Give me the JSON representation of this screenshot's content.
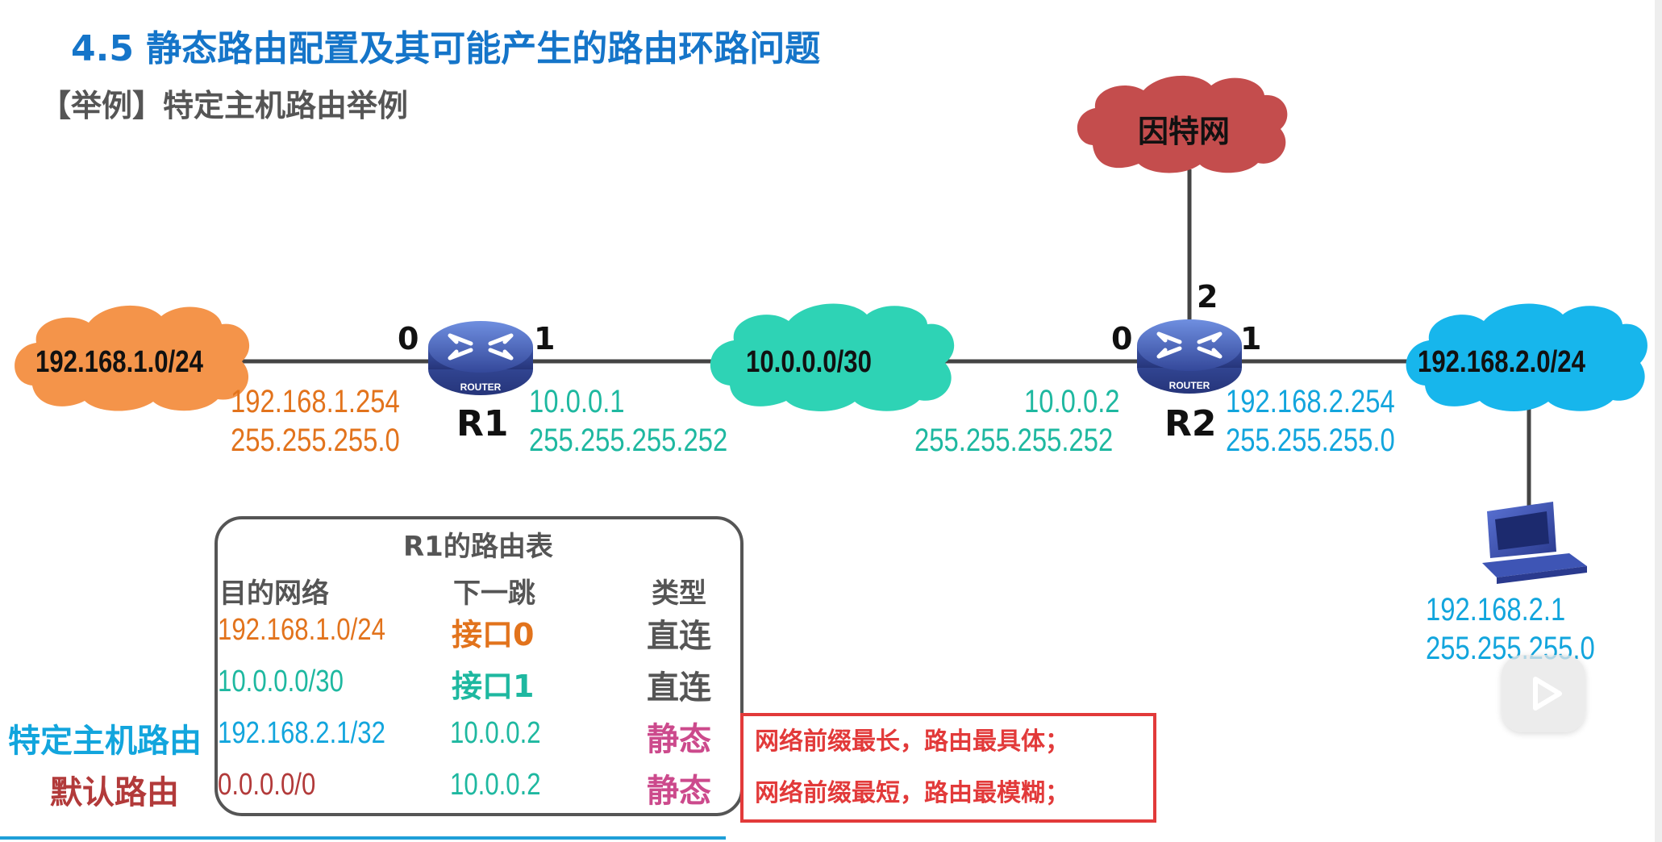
{
  "header": {
    "title": "4.5  静态路由配置及其可能产生的路由环路问题",
    "subtitle": "【举例】特定主机路由举例"
  },
  "topology": {
    "clouds": {
      "lan1": "192.168.1.0/24",
      "link": "10.0.0.0/30",
      "lan2": "192.168.2.0/24",
      "internet": "因特网"
    },
    "routers": {
      "r1": {
        "name": "R1",
        "badge": "ROUTER",
        "port_left": "0",
        "port_right": "1"
      },
      "r2": {
        "name": "R2",
        "badge": "ROUTER",
        "port_left": "0",
        "port_right": "1",
        "port_top": "2"
      }
    },
    "addresses": {
      "r1_if0_ip": "192.168.1.254",
      "r1_if0_mask": "255.255.255.0",
      "r1_if1_ip": "10.0.0.1",
      "r1_if1_mask": "255.255.255.252",
      "r2_if0_ip": "10.0.0.2",
      "r2_if0_mask": "255.255.255.252",
      "r2_if1_ip": "192.168.2.254",
      "r2_if1_mask": "255.255.255.0",
      "host_ip": "192.168.2.1",
      "host_mask": "255.255.255.0"
    }
  },
  "routing_table": {
    "title": "R1的路由表",
    "headers": {
      "dest": "目的网络",
      "next_hop": "下一跳",
      "type": "类型"
    },
    "rows": [
      {
        "label": "",
        "dest": "192.168.1.0/24",
        "next_hop": "接口0",
        "type": "直连"
      },
      {
        "label": "",
        "dest": "10.0.0.0/30",
        "next_hop": "接口1",
        "type": "直连"
      },
      {
        "label": "特定主机路由",
        "dest": "192.168.2.1/32",
        "next_hop": "10.0.0.2",
        "type": "静态"
      },
      {
        "label": "默认路由",
        "dest": "0.0.0.0/0",
        "next_hop": "10.0.0.2",
        "type": "静态"
      }
    ]
  },
  "notes": {
    "line1": "网络前缀最长，路由最具体；",
    "line2": "网络前缀最短，路由最模糊；"
  },
  "colors": {
    "title": "#1575c9",
    "orange_cloud": "#f4944a",
    "teal_cloud": "#2ed3b5",
    "blue_cloud": "#17b6ec",
    "red_cloud": "#c44d4d",
    "orange_text": "#e2731c",
    "teal_text": "#1eb8a0",
    "cyan_text": "#12a5dd",
    "note_border": "#e23a3a"
  }
}
